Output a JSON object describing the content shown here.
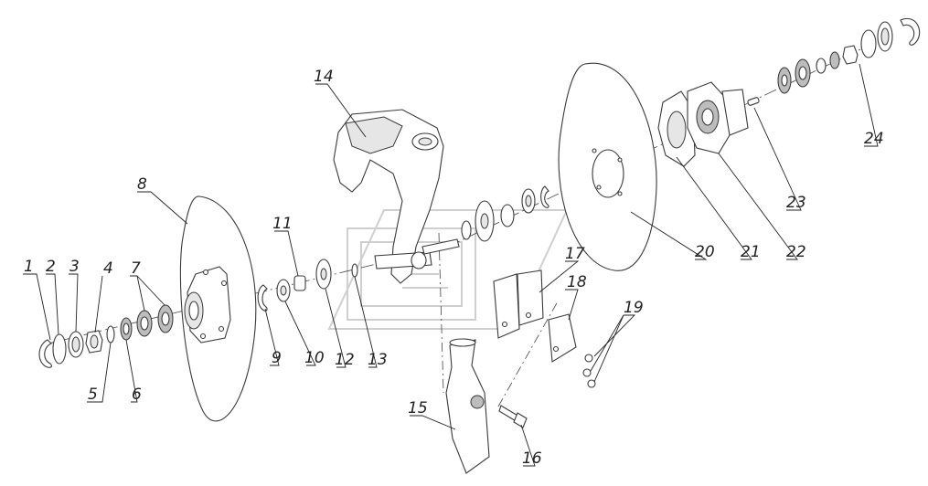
{
  "labels": {
    "p1": "1",
    "p2": "2",
    "p3": "3",
    "p4": "4",
    "p5": "5",
    "p6": "6",
    "p7": "7",
    "p8": "8",
    "p9": "9",
    "p10": "10",
    "p11": "11",
    "p12": "12",
    "p13": "13",
    "p14": "14",
    "p15": "15",
    "p16": "16",
    "p17": "17",
    "p18": "18",
    "p19": "19",
    "p20": "20",
    "p21": "21",
    "p22": "22",
    "p23": "23",
    "p24": "24"
  }
}
